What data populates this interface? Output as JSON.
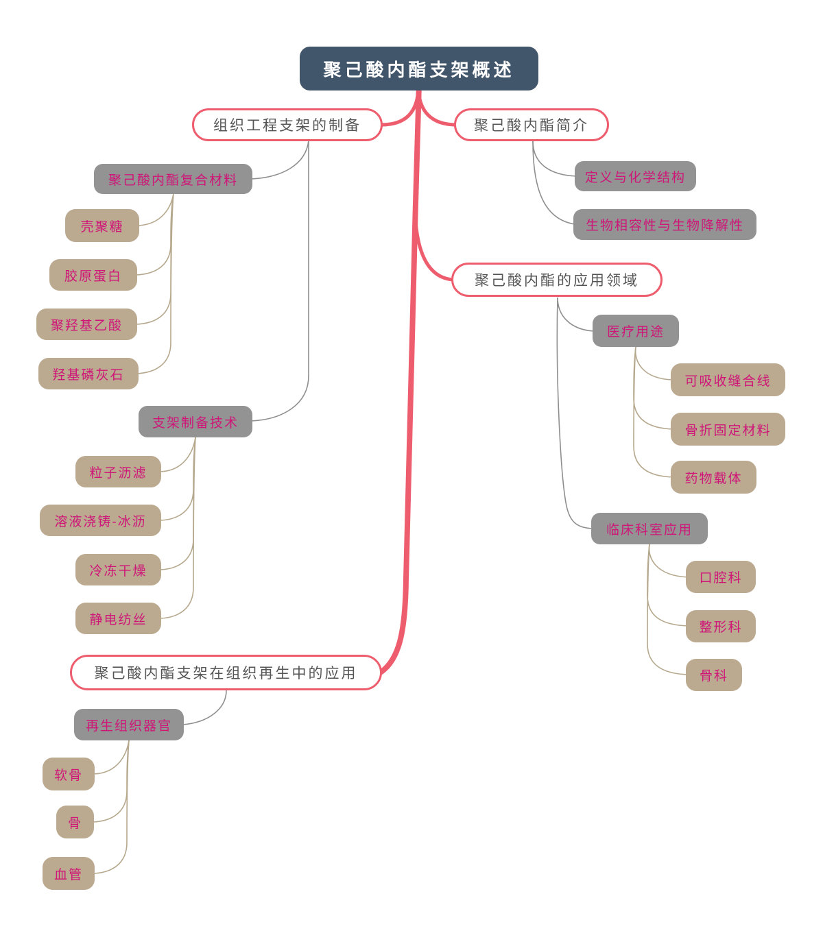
{
  "root": {
    "label": "聚己酸内酯支架概述"
  },
  "colors": {
    "root_bg": "#42566b",
    "root_text": "#ffffff",
    "branch_line_red": "#ee5d6d",
    "level1_border": "#ee5d6d",
    "level1_text": "#555555",
    "level2_bg": "#939393",
    "level3_bg": "#bbaa90",
    "keyword_text": "#cf1578",
    "gray_connector": "#8f8f8f",
    "tan_connector": "#b5a88d"
  },
  "branches": [
    {
      "label": "组织工程支架的制备",
      "children": [
        {
          "label": "聚己酸内酯复合材料",
          "children": [
            {
              "label": "壳聚糖"
            },
            {
              "label": "胶原蛋白"
            },
            {
              "label": "聚羟基乙酸"
            },
            {
              "label": "羟基磷灰石"
            }
          ]
        },
        {
          "label": "支架制备技术",
          "children": [
            {
              "label": "粒子沥滤"
            },
            {
              "label": "溶液浇铸-冰沥"
            },
            {
              "label": "冷冻干燥"
            },
            {
              "label": "静电纺丝"
            }
          ]
        }
      ]
    },
    {
      "label": "聚己酸内酯简介",
      "children": [
        {
          "label": "定义与化学结构",
          "children": []
        },
        {
          "label": "生物相容性与生物降解性",
          "children": []
        }
      ]
    },
    {
      "label": "聚己酸内酯的应用领域",
      "children": [
        {
          "label": "医疗用途",
          "children": [
            {
              "label": "可吸收缝合线"
            },
            {
              "label": "骨折固定材料"
            },
            {
              "label": "药物载体"
            }
          ]
        },
        {
          "label": "临床科室应用",
          "children": [
            {
              "label": "口腔科"
            },
            {
              "label": "整形科"
            },
            {
              "label": "骨科"
            }
          ]
        }
      ]
    },
    {
      "label": "聚己酸内酯支架在组织再生中的应用",
      "children": [
        {
          "label": "再生组织器官",
          "children": [
            {
              "label": "软骨"
            },
            {
              "label": "骨"
            },
            {
              "label": "血管"
            }
          ]
        }
      ]
    }
  ]
}
